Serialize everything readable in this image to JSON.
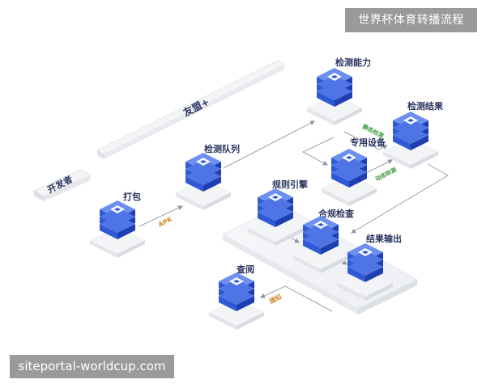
{
  "header": {
    "title": "世界杯体育转播流程"
  },
  "footer": {
    "text": "siteportal-worldcup.com"
  },
  "platforms": {
    "developer": "开发者",
    "partner": "友盟+"
  },
  "nodes": {
    "pack": "打包",
    "queue": "检测队列",
    "ability": "检测能力",
    "device": "专用设备",
    "result": "检测结果",
    "rule": "规则引擎",
    "compliance": "合规检查",
    "output": "结果输出",
    "review": "查阅"
  },
  "edges": {
    "apk": "APK",
    "static": "静态检测",
    "dynamic": "动态检测",
    "notify": "通知"
  },
  "colors": {
    "block_top": "#6d8ff0",
    "block_left": "#2f59d6",
    "block_right": "#1d3fb0",
    "base": "#f1f2f5",
    "line": "#9aa2b1"
  }
}
